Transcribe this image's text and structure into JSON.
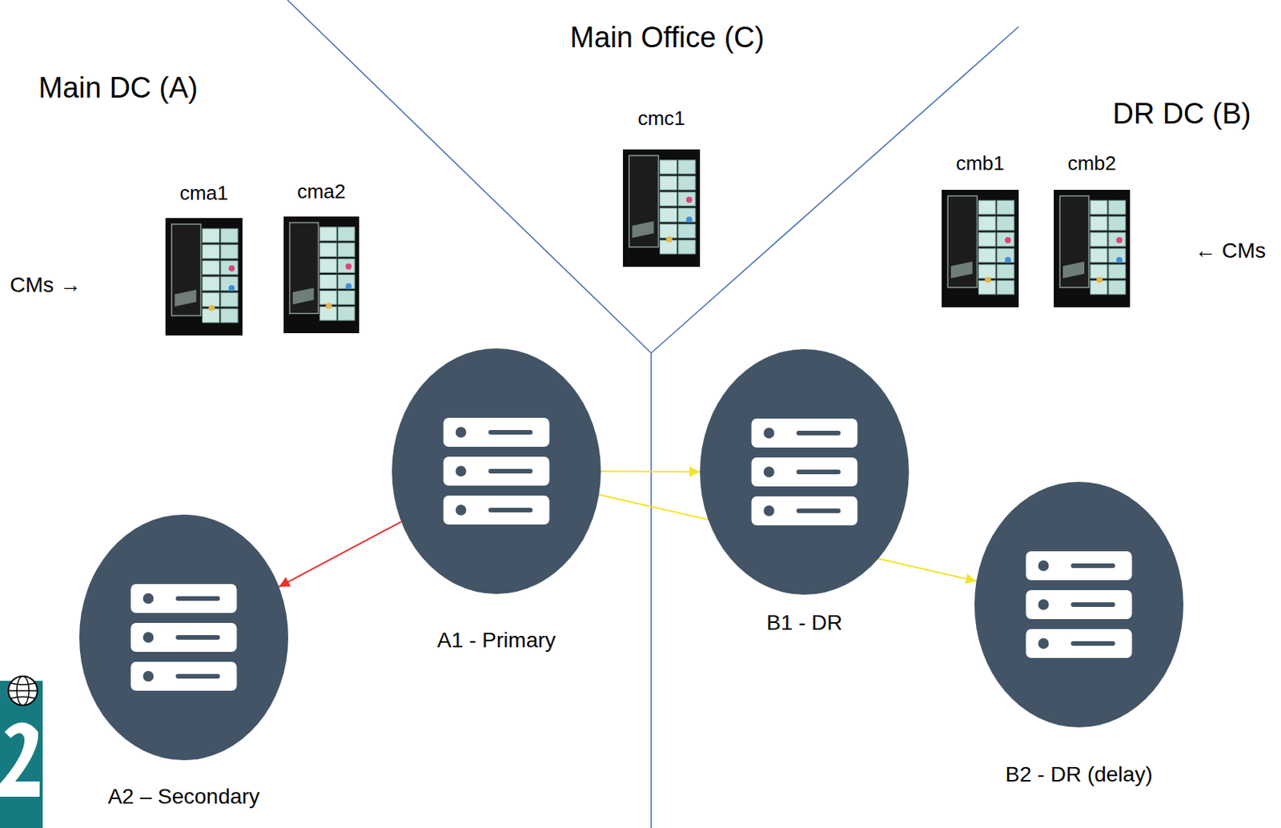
{
  "diagram": {
    "nodes": [
      {
        "text": [
          "cma1"
        ]
      },
      {
        "text": [
          "cma2"
        ]
      },
      {
        "text": [
          "cmc1"
        ]
      },
      {
        "text": [
          "cmb1"
        ]
      },
      {
        "text": [
          "cmb2"
        ]
      },
      {
        "text": [
          "A1 - Primary"
        ]
      },
      {
        "text": [
          "B1 - DR"
        ]
      },
      {
        "text": [
          "A2 – Secondary"
        ]
      },
      {
        "text": [
          "B2 - DR (delay)"
        ]
      }
    ],
    "edges": [
      {
        "from": 5,
        "to": 6,
        "arrow": "to"
      },
      {
        "from": 5,
        "to": 8,
        "arrow": "to"
      },
      {
        "from": 5,
        "to": 7,
        "arrow": "to"
      }
    ],
    "labels": [
      "Main DC (A)",
      "Main Office (C)",
      "DR DC (B)",
      "CMs →",
      "← CMs"
    ]
  }
}
